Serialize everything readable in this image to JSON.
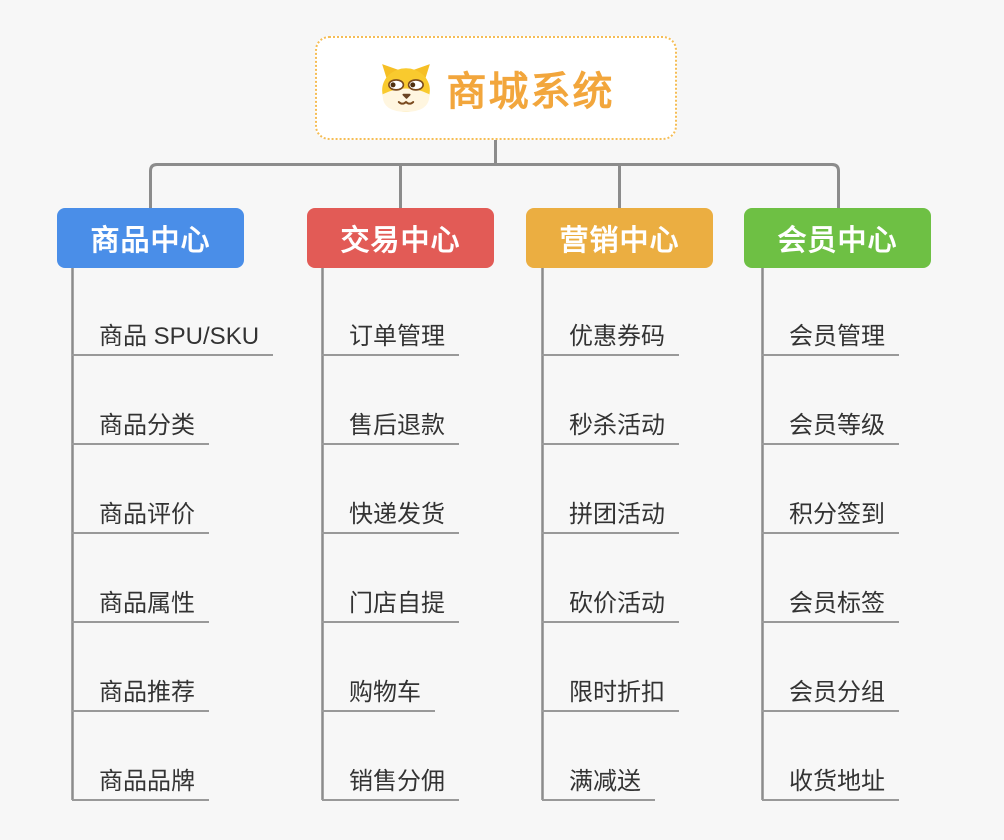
{
  "page": {
    "background_color": "#F7F7F7",
    "connector_color": "#8C8C8C",
    "underline_color": "#999999"
  },
  "root": {
    "title": "商城系统",
    "icon": "dog-face-emoji",
    "text_color": "#F2A63C",
    "border_color": "#F5BD55"
  },
  "branches": [
    {
      "label": "商品中心",
      "color": "#4A8EE8",
      "children": [
        "商品 SPU/SKU",
        "商品分类",
        "商品评价",
        "商品属性",
        "商品推荐",
        "商品品牌"
      ]
    },
    {
      "label": "交易中心",
      "color": "#E25B56",
      "children": [
        "订单管理",
        "售后退款",
        "快递发货",
        "门店自提",
        "购物车",
        "销售分佣"
      ]
    },
    {
      "label": "营销中心",
      "color": "#EBAE41",
      "children": [
        "优惠券码",
        "秒杀活动",
        "拼团活动",
        "砍价活动",
        "限时折扣",
        "满减送"
      ]
    },
    {
      "label": "会员中心",
      "color": "#6EC044",
      "children": [
        "会员管理",
        "会员等级",
        "积分签到",
        "会员标签",
        "会员分组",
        "收货地址"
      ]
    }
  ]
}
